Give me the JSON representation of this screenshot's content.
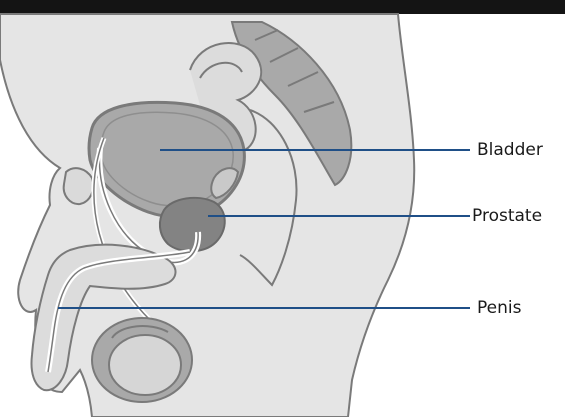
{
  "labels": {
    "bladder": "Bladder",
    "prostate": "Prostate",
    "penis": "Penis"
  },
  "colors": {
    "background": "#ffffff",
    "top_band": "#141414",
    "body_fill": "#e5e5e5",
    "organ_outline": "#7a7a7a",
    "bladder_fill": "#a9a9a9",
    "prostate_fill": "#838383",
    "leader_line": "#1f4f87"
  }
}
